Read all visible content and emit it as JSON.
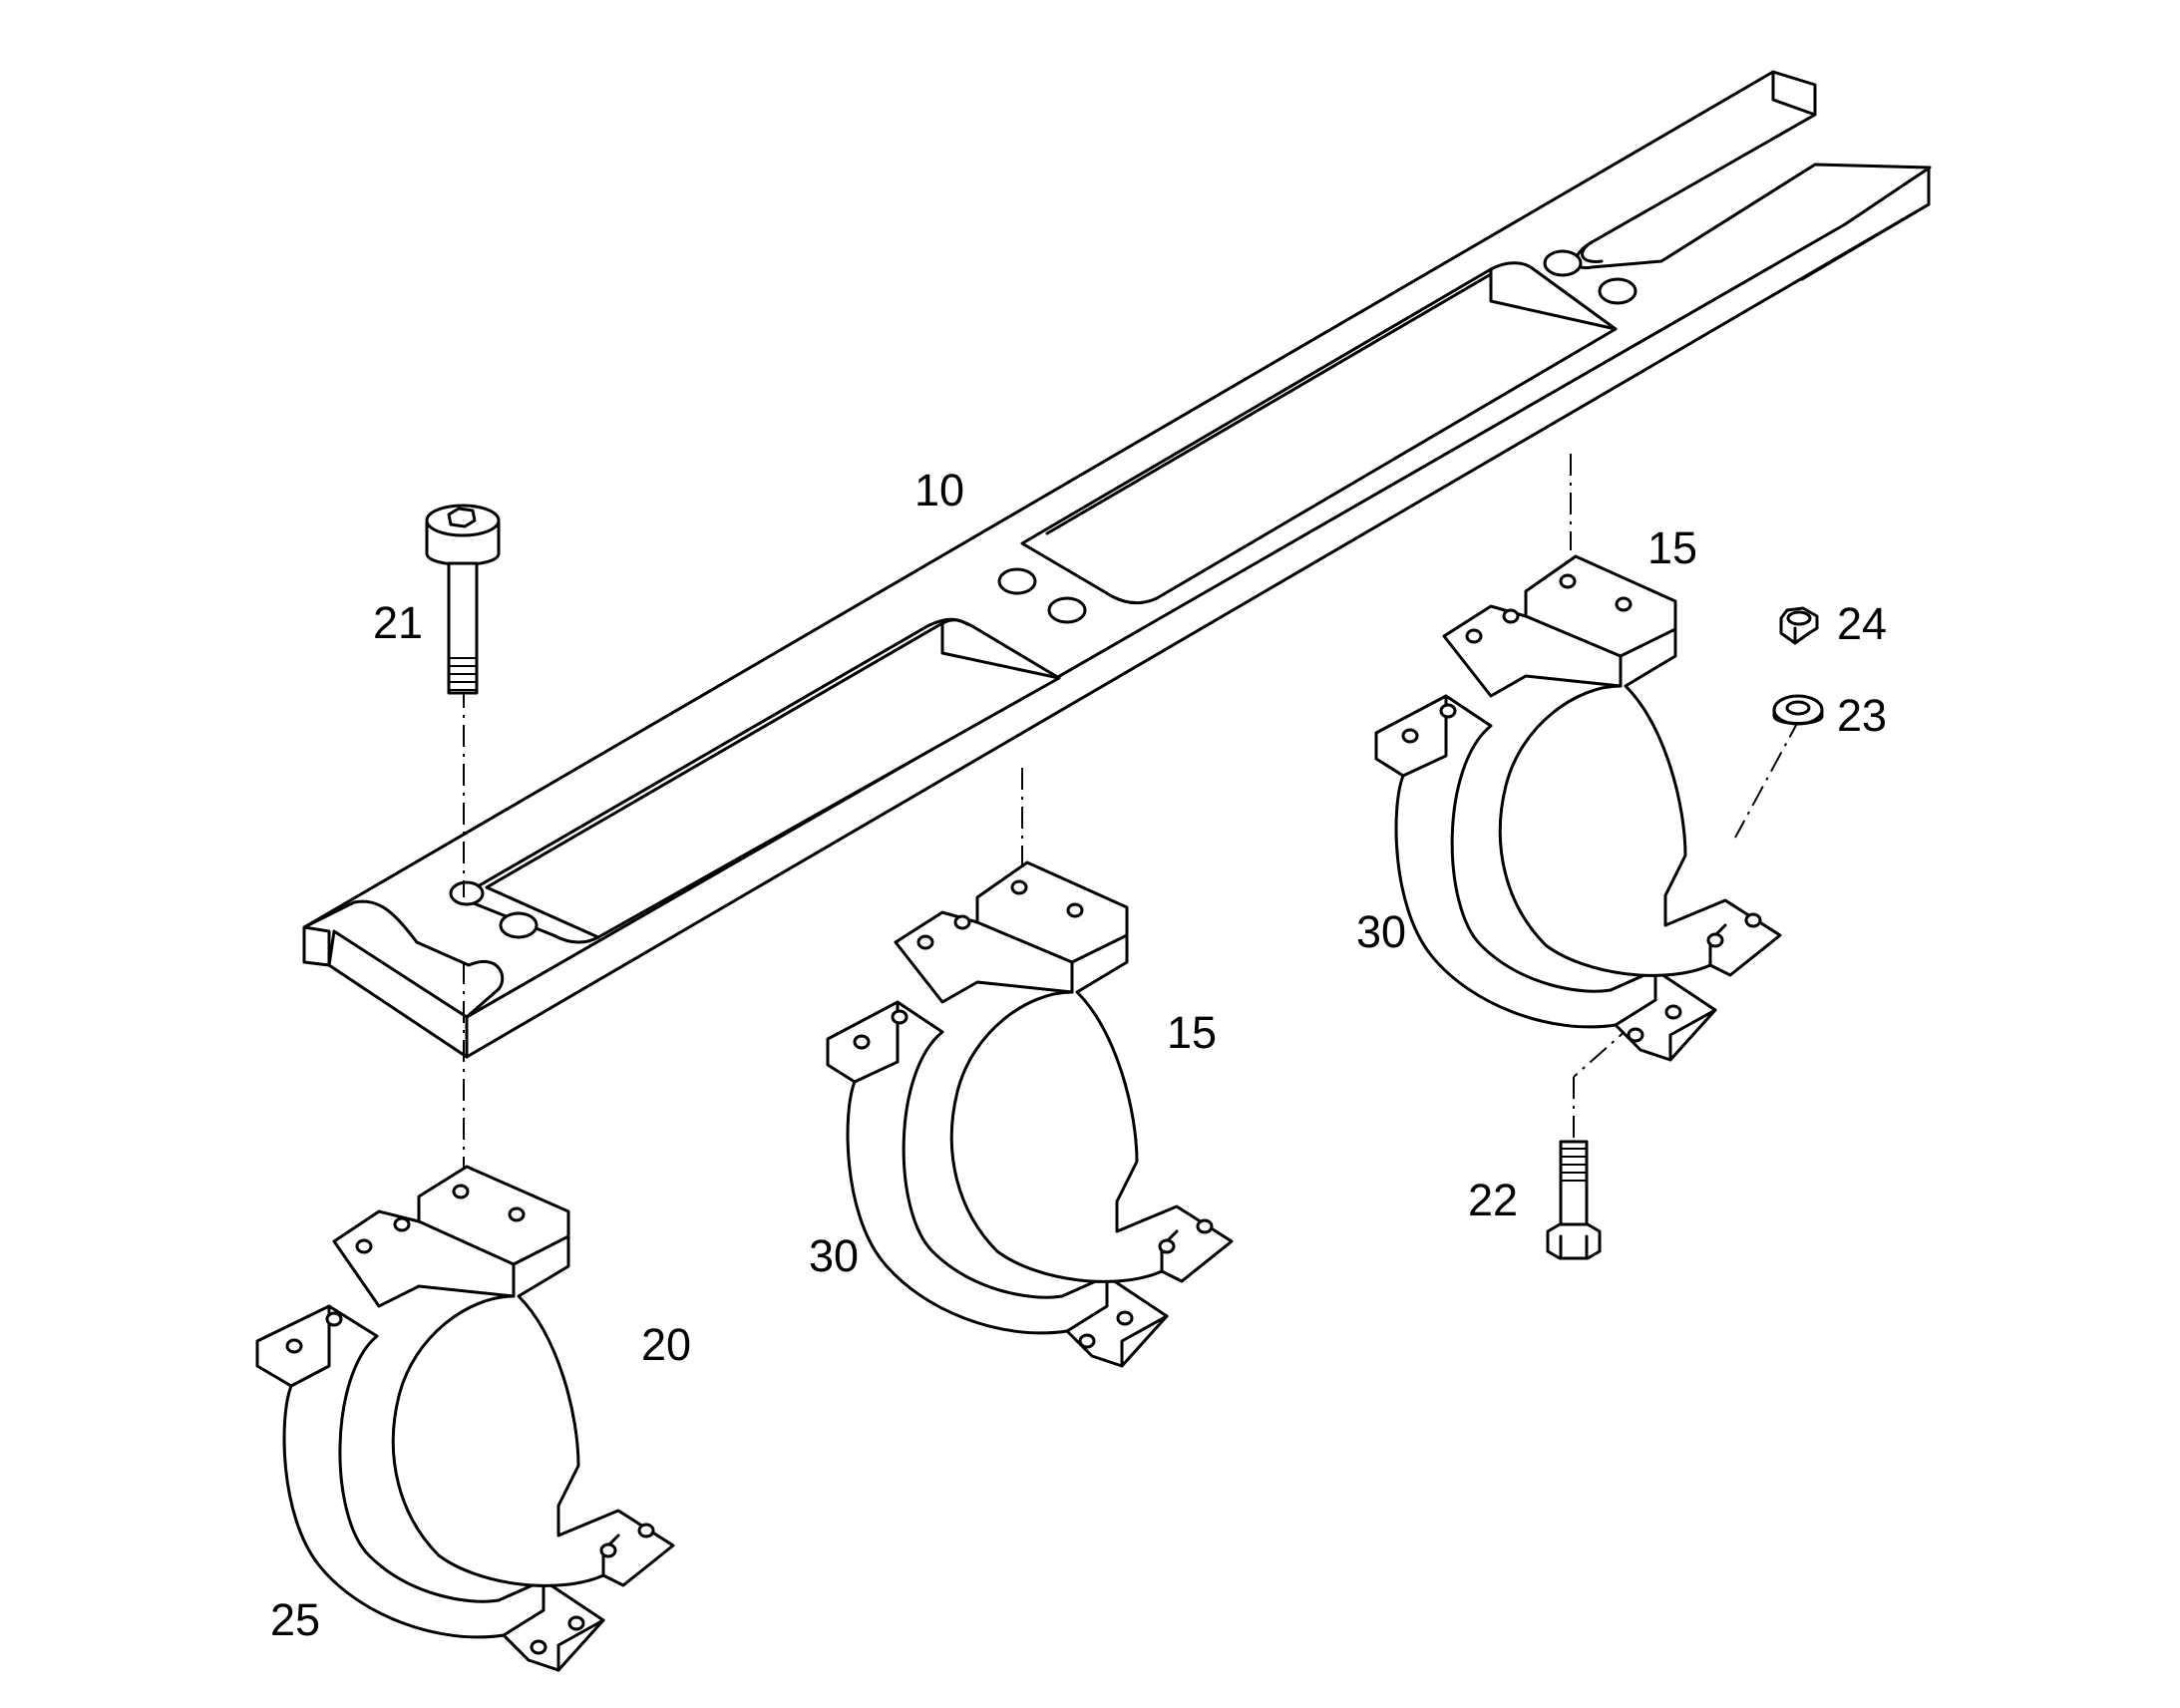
{
  "diagram": {
    "type": "exploded-parts-drawing",
    "labels": {
      "frame": "10",
      "clamp_mid_top": "15",
      "clamp_right_top": "15",
      "clamp_left_top": "20",
      "screw_21": "21",
      "bolt_22": "22",
      "washer_23": "23",
      "nut_24": "24",
      "clamp_left_bottom": "25",
      "clamp_mid_bottom": "30",
      "clamp_right_bottom": "30"
    }
  }
}
